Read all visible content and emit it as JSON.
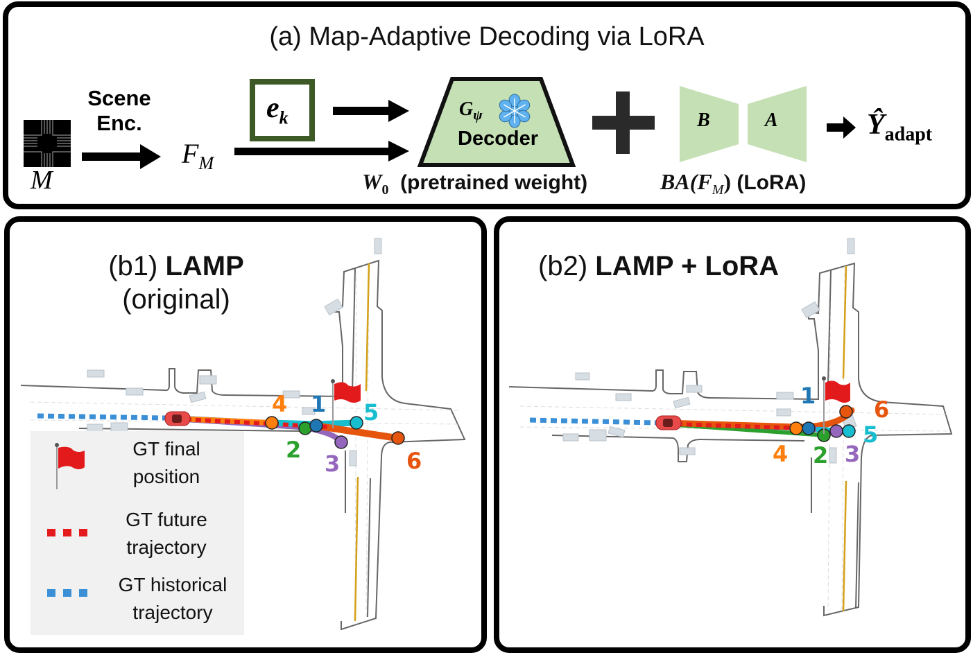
{
  "panel_a": {
    "title": "(a) Map-Adaptive Decoding via LoRA",
    "map_symbol": "M",
    "scene_encoder_label_line1": "Scene",
    "scene_encoder_label_line2": "Enc.",
    "feature_symbol": "F",
    "feature_subscript": "M",
    "embedding_symbol": "e",
    "embedding_subscript": "k",
    "decoder_symbol": "G",
    "decoder_subscript": "ψ",
    "decoder_label": "Decoder",
    "frozen_icon": "snowflake-icon",
    "weight_symbol": "W",
    "weight_subscript": "0",
    "weight_caption": "(pretrained weight)",
    "plus_icon": "plus-icon",
    "lora_b": "B",
    "lora_a": "A",
    "lora_expr": "BA(F",
    "lora_expr_sub": "M",
    "lora_expr_close": ")",
    "lora_caption": "(LoRA)",
    "output_symbol": "Ŷ",
    "output_subscript": "adapt",
    "colors": {
      "decoder_fill": "#c5e0b4",
      "lora_fill": "#c5e0b4",
      "embed_border": "#3d5a26",
      "snowflake": "#5fb2ef"
    }
  },
  "panel_b1": {
    "title_prefix": "(b1) ",
    "title_bold": "LAMP",
    "title_line2": "(original)",
    "mode_labels": [
      "1",
      "2",
      "3",
      "4",
      "5",
      "6"
    ],
    "legend": {
      "items": [
        {
          "icon": "flag-icon",
          "line1": "GT final",
          "line2": "position"
        },
        {
          "icon": "red-dotted-line-icon",
          "line1": "GT future",
          "line2": "trajectory"
        },
        {
          "icon": "blue-dotted-line-icon",
          "line1": "GT historical",
          "line2": "trajectory"
        }
      ]
    }
  },
  "panel_b2": {
    "title_prefix": "(b2) ",
    "title_bold": "LAMP + LoRA",
    "mode_labels": [
      "1",
      "2",
      "3",
      "4",
      "5",
      "6"
    ]
  },
  "mode_colors": {
    "1": "#1f77b4",
    "2": "#2ca02c",
    "3": "#9467bd",
    "4": "#ff7f0e",
    "5": "#17becf",
    "6": "#e6550d"
  },
  "colors": {
    "gt_future": "#e41a1c",
    "gt_history": "#3a8fd6",
    "flag": "#e31a1c",
    "vehicle": "#e84a4a",
    "lane_yellow": "#d4a017",
    "road_edge": "#666666",
    "obstacle": "#d6dde3"
  }
}
